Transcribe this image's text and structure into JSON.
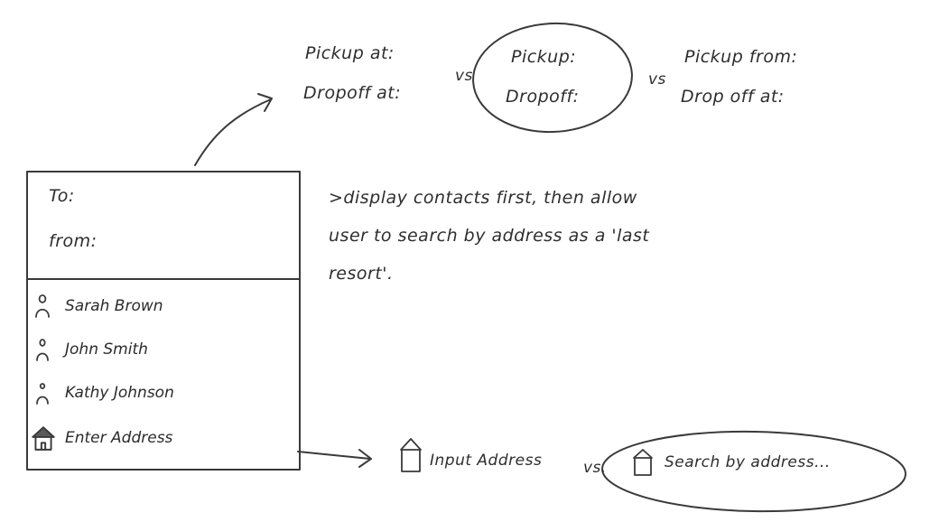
{
  "options_top": {
    "a": {
      "pickup": "Pickup at:",
      "dropoff": "Dropoff at:"
    },
    "vs1": "vs",
    "b": {
      "pickup": "Pickup:",
      "dropoff": "Dropoff:"
    },
    "vs2": "vs",
    "c": {
      "pickup": "Pickup from:",
      "dropoff": "Drop off at:"
    }
  },
  "form": {
    "to_label": "To:",
    "from_label": "from:",
    "contacts": [
      "Sarah Brown",
      "John Smith",
      "Kathy Johnson"
    ],
    "enter_address": "Enter Address"
  },
  "note": {
    "text": ">display contacts first, then allow user to search by address as a 'last resort'."
  },
  "options_bottom": {
    "a": "Input Address",
    "vs": "vs.",
    "b": "Search by address..."
  },
  "icons": {
    "contact": "person-icon",
    "address": "house-icon"
  }
}
